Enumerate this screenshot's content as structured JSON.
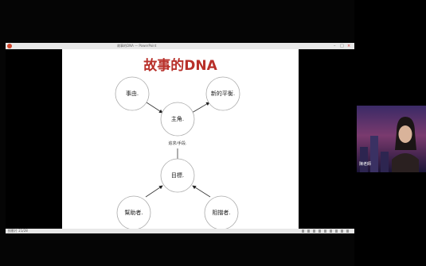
{
  "window": {
    "title": "故事的DNA — PowerPoint",
    "status_left": "投影片 21/28"
  },
  "slide": {
    "title": "故事的DNA",
    "nodes": {
      "cause": "事由.",
      "new_balance": "新的平衡.",
      "protagonist": "主角.",
      "goal": "目標.",
      "helper": "幫助者.",
      "obstacle": "阻擋者."
    },
    "edge_label": "追求/手段."
  },
  "webcam": {
    "participant_name": "陳老師"
  }
}
